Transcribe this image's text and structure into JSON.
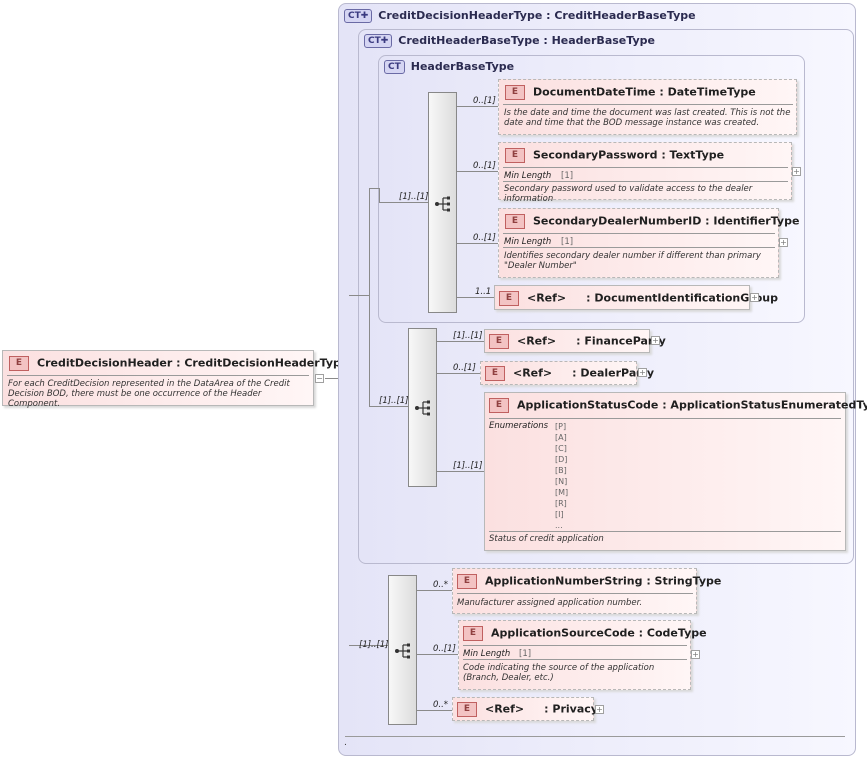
{
  "badges": {
    "ct": "CT",
    "e": "E"
  },
  "root": {
    "title": "CreditDecisionHeader : CreditDecisionHeaderType",
    "doc": "For each CreditDecision represented in the DataArea of the Credit Decision BOD, there must be one occurrence of the Header Component."
  },
  "ct_outer": {
    "title": "CreditDecisionHeaderType : CreditHeaderBaseType"
  },
  "ct_mid": {
    "title": "CreditHeaderBaseType : HeaderBaseType"
  },
  "ct_inner": {
    "title": "HeaderBaseType"
  },
  "min_length_label": "Min Length",
  "enumerations_label": "Enumerations",
  "elements": {
    "document_date_time": {
      "title": "DocumentDateTime : DateTimeType",
      "card": "0..[1]",
      "doc": "Is the date and time the document was last created. This is not the date and time that the BOD message instance was created."
    },
    "secondary_password": {
      "title": "SecondaryPassword : TextType",
      "card": "0..[1]",
      "min_length": "[1]",
      "doc": "Secondary password used to validate access to the dealer information"
    },
    "secondary_dealer": {
      "title": "SecondaryDealerNumberID : IdentifierType",
      "card": "0..[1]",
      "min_length": "[1]",
      "doc": "Identifies secondary dealer number if different than primary \"Dealer Number\""
    },
    "document_identification": {
      "ref": "<Ref>",
      "title": ": DocumentIdentificationGroup",
      "card": "1..1"
    },
    "finance_party": {
      "ref": "<Ref>",
      "title": ": FinanceParty",
      "card": "[1]..[1]"
    },
    "dealer_party": {
      "ref": "<Ref>",
      "title": ": DealerParty",
      "card": "0..[1]"
    },
    "application_status": {
      "title": "ApplicationStatusCode : ApplicationStatusEnumeratedType",
      "card": "[1]..[1]",
      "enumerations": [
        "[P]",
        "[A]",
        "[C]",
        "[D]",
        "[B]",
        "[N]",
        "[M]",
        "[R]",
        "[I]",
        "..."
      ],
      "doc": "Status of credit application"
    },
    "application_number": {
      "title": "ApplicationNumberString : StringType",
      "card": "0..*",
      "doc": "Manufacturer assigned application number."
    },
    "application_source": {
      "title": "ApplicationSourceCode : CodeType",
      "card": "0..[1]",
      "min_length": "[1]",
      "doc": "Code indicating the source of the application (Branch, Dealer, etc.)"
    },
    "privacy": {
      "ref": "<Ref>",
      "title": ": Privacy",
      "card": "0..*"
    }
  },
  "sequences": {
    "inner_card": "[1]..[1]",
    "mid_card": "[1]..[1]",
    "outer_card": "[1]..[1]"
  },
  "footer_text": "."
}
